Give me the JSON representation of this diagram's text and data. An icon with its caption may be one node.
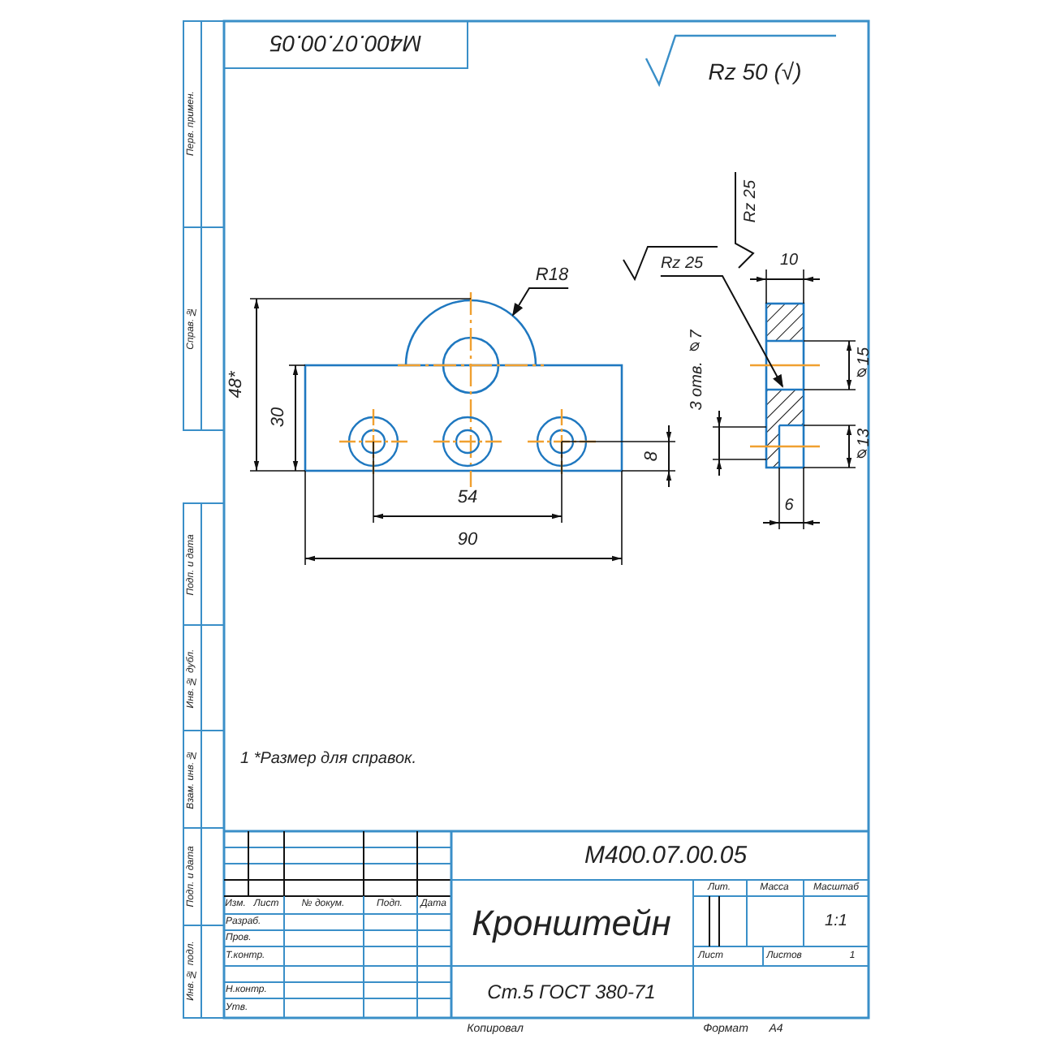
{
  "diagram": {
    "nodes": [
      {
        "text": [
          "R18"
        ]
      },
      {
        "text": [
          "Rz 25"
        ]
      }
    ],
    "edges": [
      {
        "from": 0,
        "to": null,
        "arrow": "to"
      },
      {
        "from": 1,
        "to": null,
        "arrow": "to"
      }
    ],
    "labels": [
      "М400.07.00.05",
      "Rz 50 (√)",
      "Перв. примен.",
      "Rz 25",
      "10",
      "48*",
      "30",
      "3 отв. ⌀7",
      "⌀15",
      "8",
      "⌀13",
      "6",
      "54",
      "90",
      "Справ. №",
      "Подп. и дата",
      "Инв. № дубл.",
      "Взам. инв. №",
      "1 *Размер для справок.",
      "Подп. и дата",
      "Инв. № подл.",
      "М400.07.00.05",
      "Изм.",
      "Лист",
      "№ докум.",
      "Подп.",
      "Дата",
      "Лит.",
      "Масса",
      "Масштаб",
      "Разраб.",
      "Кронштейн",
      "1:1",
      "Пров.",
      "Т.контр.",
      "Лист",
      "Листов",
      "1",
      "Н.контр.",
      "Ст.5 ГОСТ 380-71",
      "Утв.",
      "Копировал",
      "Формат",
      "A4"
    ]
  }
}
